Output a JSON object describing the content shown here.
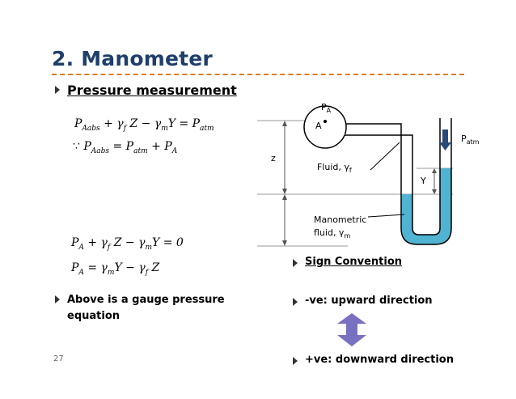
{
  "slide": {
    "title": "2. Manometer",
    "page_number": "27"
  },
  "bullets": {
    "pressure_heading": "Pressure measurement",
    "gauge_text_line1": "Above is a gauge pressure",
    "gauge_text_line2": "equation",
    "sign_convention": "Sign Convention",
    "upward": "-ve: upward direction",
    "downward": "+ve: downward direction"
  },
  "equations": {
    "eq1": [
      "P",
      "Aabs",
      " + γ",
      "f",
      " Z − γ",
      "m",
      "Y = P",
      "atm"
    ],
    "eq2_prefix": "∵ ",
    "eq2": [
      "P",
      "Aabs",
      " = P",
      "atm",
      " + P",
      "A"
    ],
    "eq3": [
      "P",
      "A",
      " + γ",
      "f",
      " Z − γ",
      "m",
      "Y = 0"
    ],
    "eq4": [
      "P",
      "A",
      " = γ",
      "m",
      "Y − γ",
      "f",
      " Z"
    ]
  },
  "diagram": {
    "pa_label": "P",
    "pa_sub": "A",
    "a_label": "A",
    "patm_label": "P",
    "patm_sub": "atm",
    "z_label": "z",
    "y_label": "Y",
    "fluid_label": "Fluid, γ",
    "fluid_sub": "f",
    "manometric_label_line1": "Manometric",
    "manometric_label_line2": "fluid, γ",
    "manometric_sub": "m",
    "manometric_fluid_color": "#4fb3d1",
    "arrow_color": "#7a70c2"
  },
  "colors": {
    "title": "#1f3f6b",
    "rule": "#e07b1f"
  }
}
